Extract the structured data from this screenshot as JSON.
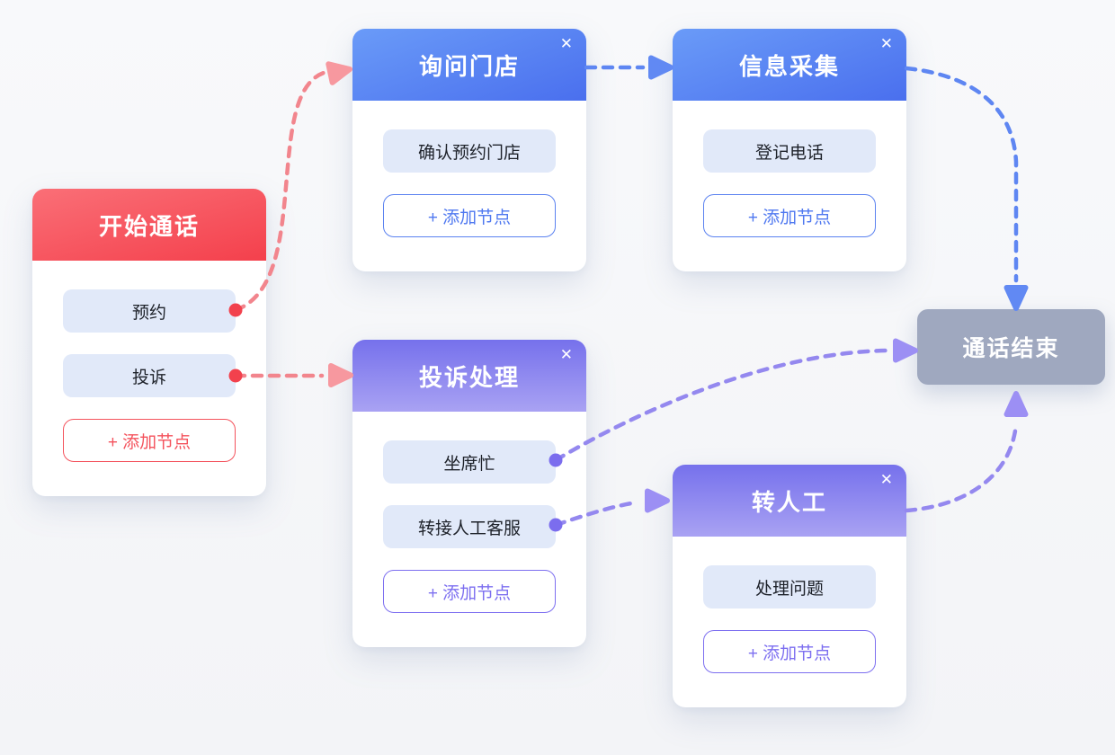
{
  "nodes": {
    "start": {
      "title": "开始通话",
      "items": [
        "预约",
        "投诉"
      ],
      "add_label": "+ 添加节点"
    },
    "ask_store": {
      "title": "询问门店",
      "close_label": "✕",
      "items": [
        "确认预约门店"
      ],
      "add_label": "+ 添加节点"
    },
    "collect_info": {
      "title": "信息采集",
      "close_label": "✕",
      "items": [
        "登记电话"
      ],
      "add_label": "+ 添加节点"
    },
    "complaint": {
      "title": "投诉处理",
      "close_label": "✕",
      "items": [
        "坐席忙",
        "转接人工客服"
      ],
      "add_label": "+ 添加节点"
    },
    "to_human": {
      "title": "转人工",
      "close_label": "✕",
      "items": [
        "处理问题"
      ],
      "add_label": "+ 添加节点"
    },
    "end": {
      "title": "通话结束"
    }
  },
  "colors": {
    "red_header_start": "#fa6f77",
    "red_header_end": "#f4404c",
    "red_accent": "#f4525c",
    "red_edge": "#f2858d",
    "red_arrow": "#f7989f",
    "red_dot": "#f2414d",
    "blue_header_start": "#6a9bf8",
    "blue_header_end": "#4a6fee",
    "blue_accent": "#5b82f0",
    "blue_edge": "#5e86f2",
    "blue_arrow": "#6189f3",
    "purple_header_start": "#7671ec",
    "purple_header_end": "#a9a2f3",
    "purple_accent": "#7d6ff0",
    "purple_edge": "#9488ef",
    "purple_arrow": "#9c8ff4",
    "purple_dot": "#7b6dee",
    "end_node_bg": "#9fa8bf",
    "item_bg": "#e1e9f9",
    "canvas_bg": "#f5f6f9"
  }
}
